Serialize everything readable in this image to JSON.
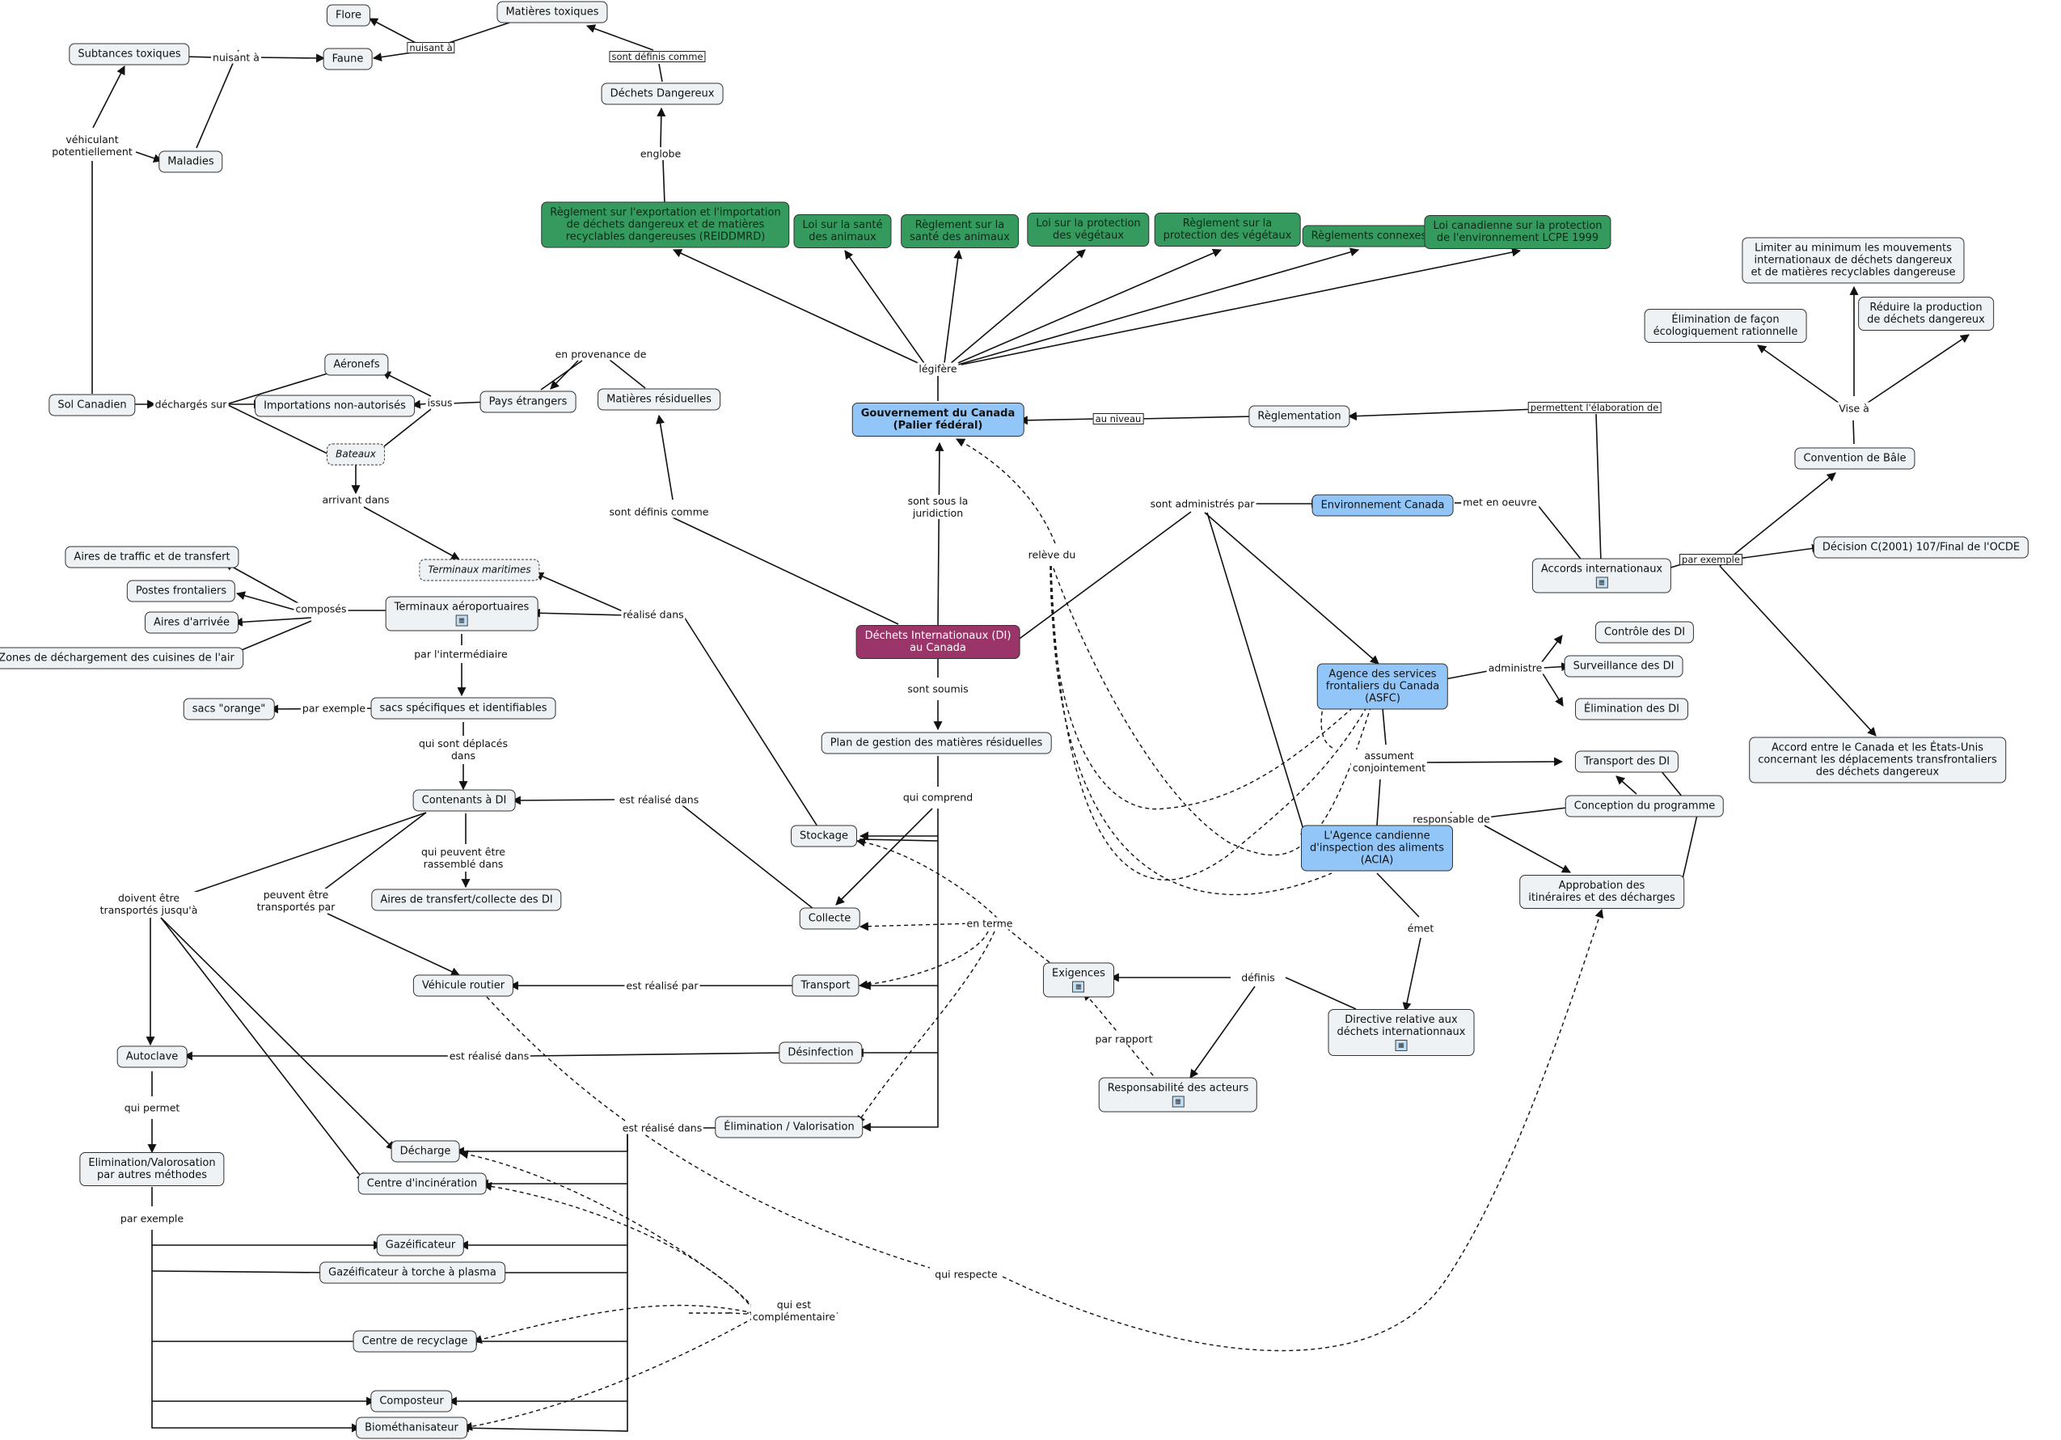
{
  "nodes": [
    {
      "id": "gouv",
      "text": "Gouvernement du Canada\n(Palier fédéral)",
      "style": "main"
    },
    {
      "id": "di",
      "text": "Déchets Internationaux (DI)\nau Canada",
      "style": "purple"
    },
    {
      "id": "reiddmrd",
      "text": "Règlement sur l'exportation et l'importation\nde déchets dangereux et de matières\nrecyclables dangereuses (REIDDMRD)",
      "style": "green"
    },
    {
      "id": "loi_sante",
      "text": "Loi sur la santé\ndes animaux",
      "style": "green"
    },
    {
      "id": "regl_sante",
      "text": "Règlement sur la\nsanté des animaux",
      "style": "green"
    },
    {
      "id": "loi_veg",
      "text": "Loi sur la protection\ndes végétaux",
      "style": "green"
    },
    {
      "id": "regl_veg",
      "text": "Règlement sur la\nprotection des végétaux",
      "style": "green"
    },
    {
      "id": "regl_conn",
      "text": "Règlements connexes",
      "style": "green"
    },
    {
      "id": "lcpe",
      "text": "Loi canadienne sur la protection\nde l'environnement LCPE 1999",
      "style": "green"
    },
    {
      "id": "dechets_dang",
      "text": "Déchets Dangereux"
    },
    {
      "id": "mat_tox",
      "text": "Matières toxiques"
    },
    {
      "id": "flore",
      "text": "Flore"
    },
    {
      "id": "faune",
      "text": "Faune"
    },
    {
      "id": "subst_tox",
      "text": "Subtances toxiques"
    },
    {
      "id": "maladies",
      "text": "Maladies"
    },
    {
      "id": "sol_can",
      "text": "Sol Canadien"
    },
    {
      "id": "aeronefs",
      "text": "Aéronefs"
    },
    {
      "id": "import_na",
      "text": "Importations non-autorisés"
    },
    {
      "id": "bateaux",
      "text": "Bateaux",
      "style": "dashed"
    },
    {
      "id": "pays_etr",
      "text": "Pays étrangers"
    },
    {
      "id": "mat_resid",
      "text": "Matières résiduelles"
    },
    {
      "id": "term_mar",
      "text": "Terminaux maritimes",
      "style": "dashed"
    },
    {
      "id": "aires_traffic",
      "text": "Aires de traffic et de transfert"
    },
    {
      "id": "postes_front",
      "text": "Postes frontaliers"
    },
    {
      "id": "aires_arrivee",
      "text": "Aires d'arrivée"
    },
    {
      "id": "zones_dech",
      "text": "Zones de déchargement des cuisines de l'air"
    },
    {
      "id": "term_aero",
      "text": "Terminaux aéroportuaires",
      "icon": true
    },
    {
      "id": "sacs_spec",
      "text": "sacs spécifiques et identifiables"
    },
    {
      "id": "sacs_orange",
      "text": "sacs \"orange\""
    },
    {
      "id": "contenants",
      "text": "Contenants à DI"
    },
    {
      "id": "aires_transf",
      "text": "Aires de transfert/collecte des DI"
    },
    {
      "id": "vehicule",
      "text": "Véhicule routier"
    },
    {
      "id": "autoclave",
      "text": "Autoclave"
    },
    {
      "id": "elim_autres",
      "text": "Elimination/Valorosation\npar autres méthodes"
    },
    {
      "id": "decharge",
      "text": "Décharge"
    },
    {
      "id": "incin",
      "text": "Centre d'incinération"
    },
    {
      "id": "gazeif",
      "text": "Gazéificateur"
    },
    {
      "id": "gazeif_plasma",
      "text": "Gazéificateur à torche à plasma"
    },
    {
      "id": "recyclage",
      "text": "Centre de recyclage"
    },
    {
      "id": "composteur",
      "text": "Composteur"
    },
    {
      "id": "biometh",
      "text": "Biométhanisateur"
    },
    {
      "id": "plan",
      "text": "Plan de gestion des matières résiduelles"
    },
    {
      "id": "stockage",
      "text": "Stockage"
    },
    {
      "id": "collecte",
      "text": "Collecte"
    },
    {
      "id": "transport",
      "text": "Transport"
    },
    {
      "id": "desinfection",
      "text": "Désinfection"
    },
    {
      "id": "elim_val",
      "text": "Élimination / Valorisation"
    },
    {
      "id": "reglementation",
      "text": "Règlementation"
    },
    {
      "id": "env_can",
      "text": "Environnement Canada",
      "style": "blue"
    },
    {
      "id": "asfc",
      "text": "Agence des services\nfrontaliers du Canada\n(ASFC)",
      "style": "blue"
    },
    {
      "id": "acia",
      "text": "L'Agence candienne\nd'inspection des aliments\n(ACIA)",
      "style": "blue"
    },
    {
      "id": "accords",
      "text": "Accords internationaux",
      "icon": true
    },
    {
      "id": "convention",
      "text": "Convention de Bâle"
    },
    {
      "id": "decision",
      "text": "Décision C(2001) 107/Final de l'OCDE"
    },
    {
      "id": "accord_ceu",
      "text": "Accord entre le Canada et les États-Unis\nconcernant les déplacements transfrontaliers\ndes déchets dangereux"
    },
    {
      "id": "elim_eco",
      "text": "Élimination de façon\nécologiquement rationnelle"
    },
    {
      "id": "limiter",
      "text": "Limiter au minimum les mouvements\ninternationaux de déchets dangereux\net de matières recyclables dangereuse"
    },
    {
      "id": "reduire",
      "text": "Réduire la production\nde déchets dangereux"
    },
    {
      "id": "controle",
      "text": "Contrôle des DI"
    },
    {
      "id": "surveillance",
      "text": "Surveillance des DI"
    },
    {
      "id": "elim_di",
      "text": "Élimination des DI"
    },
    {
      "id": "transport_di",
      "text": "Transport des DI"
    },
    {
      "id": "conception",
      "text": "Conception du programme"
    },
    {
      "id": "approbation",
      "text": "Approbation des\nitinéraires et des décharges"
    },
    {
      "id": "directive",
      "text": "Directive relative aux\ndéchets internationnaux",
      "icon": true
    },
    {
      "id": "exigences",
      "text": "Exigences",
      "icon": true
    },
    {
      "id": "respons",
      "text": "Responsabilité des acteurs",
      "icon": true
    }
  ],
  "labels": [
    {
      "id": "l_legifere",
      "text": "légifère"
    },
    {
      "id": "l_englobe",
      "text": "englobe"
    },
    {
      "id": "l_def_comme",
      "text": "sont définis comme",
      "boxed": true
    },
    {
      "id": "l_nuisant_box",
      "text": "nuisant à",
      "boxed": true
    },
    {
      "id": "l_nuisant",
      "text": "nuisant à"
    },
    {
      "id": "l_vehic",
      "text": "véhiculant\npotentiellement"
    },
    {
      "id": "l_decharges",
      "text": "déchargés sur"
    },
    {
      "id": "l_issus",
      "text": "issus"
    },
    {
      "id": "l_provenance",
      "text": "en provenance de"
    },
    {
      "id": "l_arrivant",
      "text": "arrivant dans"
    },
    {
      "id": "l_def_comme2",
      "text": "sont définis comme"
    },
    {
      "id": "l_juridiction",
      "text": "sont sous la\njuridiction"
    },
    {
      "id": "l_au_niveau",
      "text": "au niveau",
      "boxed": true
    },
    {
      "id": "l_permettent",
      "text": "permettent l'élaboration de",
      "boxed": true
    },
    {
      "id": "l_composes",
      "text": "composés"
    },
    {
      "id": "l_realise_dans",
      "text": "réalisé dans"
    },
    {
      "id": "l_par_interm",
      "text": "par l'intermédiaire"
    },
    {
      "id": "l_par_exemple",
      "text": "par exemple"
    },
    {
      "id": "l_deplaces",
      "text": "qui sont déplacés\ndans"
    },
    {
      "id": "l_est_realise_dans1",
      "text": "est réalisé dans"
    },
    {
      "id": "l_rassemble",
      "text": "qui peuvent être\nrassemblé dans"
    },
    {
      "id": "l_transportes",
      "text": "peuvent être\ntransportés par"
    },
    {
      "id": "l_doivent",
      "text": "doivent être\ntransportés jusqu'à"
    },
    {
      "id": "l_est_realise_par",
      "text": "est réalisé par"
    },
    {
      "id": "l_est_realise_dans2",
      "text": "est réalisé dans"
    },
    {
      "id": "l_est_realise_dans3",
      "text": "est réalisé dans"
    },
    {
      "id": "l_qui_permet",
      "text": "qui permet"
    },
    {
      "id": "l_par_exemple2",
      "text": "par exemple"
    },
    {
      "id": "l_sont_soumis",
      "text": "sont soumis"
    },
    {
      "id": "l_comprend",
      "text": "qui comprend"
    },
    {
      "id": "l_en_terme",
      "text": "en terme"
    },
    {
      "id": "l_complementaire",
      "text": "qui est\ncomplémentaire"
    },
    {
      "id": "l_qui_respecte",
      "text": "qui respecte"
    },
    {
      "id": "l_releve",
      "text": "relève du"
    },
    {
      "id": "l_administres",
      "text": "sont administrés par"
    },
    {
      "id": "l_met_oeuvre",
      "text": "met en oeuvre"
    },
    {
      "id": "l_vise",
      "text": "Vise à"
    },
    {
      "id": "l_par_exemple3",
      "text": "par exemple",
      "boxed": true
    },
    {
      "id": "l_administre",
      "text": "administre"
    },
    {
      "id": "l_conjointement",
      "text": "assument\nconjointement"
    },
    {
      "id": "l_responsable",
      "text": "responsable de"
    },
    {
      "id": "l_emet",
      "text": "émet"
    },
    {
      "id": "l_definis",
      "text": "définis"
    },
    {
      "id": "l_par_rapport",
      "text": "par rapport"
    }
  ],
  "colors": {
    "node": "#eef2f4",
    "green": "#349a5e",
    "blue": "#92c5f8",
    "purple": "#9b3468",
    "edge": "#111111"
  }
}
